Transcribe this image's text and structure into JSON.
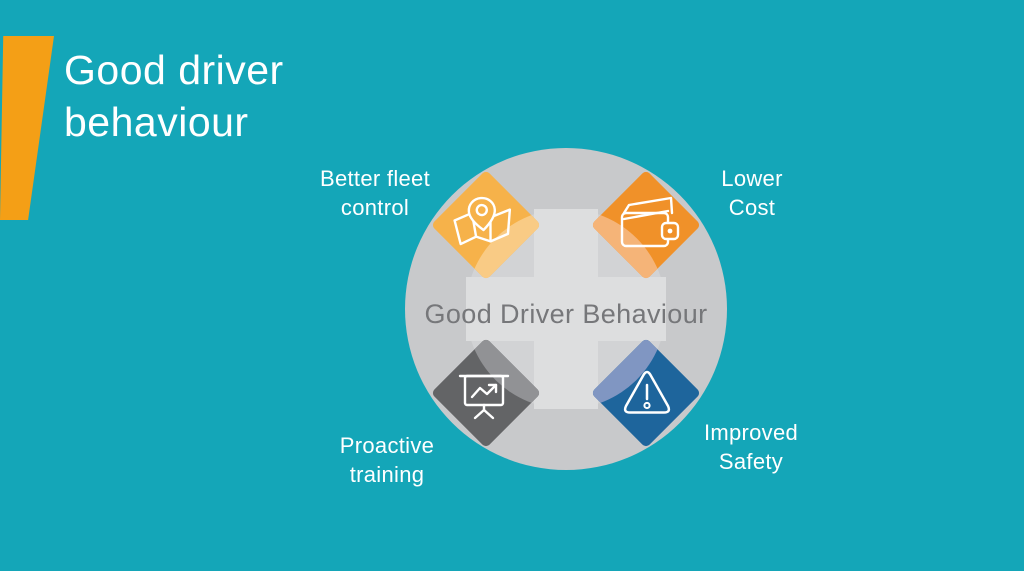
{
  "slide": {
    "title": "Good driver\nbehaviour",
    "center_label": "Good Driver Behaviour"
  },
  "quadrants": [
    {
      "name": "better-fleet-control",
      "position": "top-left",
      "label": "Better fleet\ncontrol",
      "icon": "map-pin-icon",
      "color": "#f6b24a",
      "color_light": "#f9cb85"
    },
    {
      "name": "lower-cost",
      "position": "top-right",
      "label": "Lower\nCost",
      "icon": "wallet-icon",
      "color": "#f09129",
      "color_light": "#f5b478"
    },
    {
      "name": "proactive-training",
      "position": "bottom-left",
      "label": "Proactive\ntraining",
      "icon": "presentation-chart-icon",
      "color": "#636466",
      "color_light": "#919295"
    },
    {
      "name": "improved-safety",
      "position": "bottom-right",
      "label": "Improved\nSafety",
      "icon": "warning-triangle-icon",
      "color": "#1e659c",
      "color_light": "#8096c2"
    }
  ],
  "colors": {
    "background": "#14a6b8",
    "accent_bar": "#f49f16",
    "outer_circle": "#c8c9cb",
    "inner_circle": "#d2d3d5",
    "cross": "#dddedf",
    "center_text": "#76777a",
    "label_text": "#ffffff",
    "icon_stroke": "#ffffff"
  }
}
